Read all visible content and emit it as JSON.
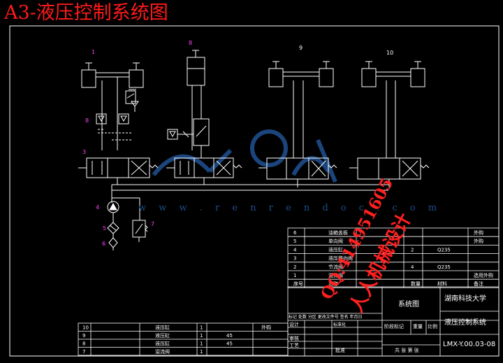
{
  "title": "A3-液压控制系统图",
  "watermark": {
    "url": "w w w . r e n r e n d o c . c o m",
    "logo": "人人文库"
  },
  "contact": {
    "qq": "QQ:414951605",
    "shop": "人人机械设计"
  },
  "labels": {
    "n1": "1",
    "n2": "2",
    "n3": "3",
    "n4": "4",
    "n5": "5",
    "n6": "6",
    "n7": "7",
    "n8": "8",
    "n9": "9",
    "n10": "10"
  },
  "parts_top": [
    {
      "no": "6",
      "name": "油箱盖板",
      "qty": "",
      "mat": "",
      "note": "外购"
    },
    {
      "no": "5",
      "name": "单向阀",
      "qty": "",
      "mat": "",
      "note": "外购"
    },
    {
      "no": "4",
      "name": "液压缸",
      "qty": "2",
      "mat": "Q235",
      "note": ""
    },
    {
      "no": "3",
      "name": "液压换向阀",
      "qty": "",
      "mat": "",
      "note": ""
    },
    {
      "no": "2",
      "name": "节流阀",
      "qty": "4",
      "mat": "Q235",
      "note": ""
    },
    {
      "no": "1",
      "name": "溢流阀",
      "qty": "",
      "mat": "",
      "note": "选用外购"
    }
  ],
  "parts_header": {
    "no": "序号",
    "name": "名称",
    "qty": "数量",
    "mat": "材料",
    "note": "备注"
  },
  "parts_bottom": [
    {
      "no": "10",
      "name": "液压缸",
      "qty": "1",
      "mat": "",
      "note": "外购"
    },
    {
      "no": "9",
      "name": "液压缸",
      "qty": "1",
      "mat": "45",
      "note": ""
    },
    {
      "no": "8",
      "name": "液压缸",
      "qty": "1",
      "mat": "45",
      "note": ""
    },
    {
      "no": "7",
      "name": "溢流阀",
      "qty": "1",
      "mat": "",
      "note": ""
    }
  ],
  "title_block": {
    "drawing_name": "系统图",
    "university": "湖南科技大学",
    "system_name": "液压控制系统",
    "drawing_no": "LMX-Y.00.03-08",
    "stage_mark": "阶段标记",
    "weight": "重量",
    "scale": "比例",
    "sheets": "共 张 第 张",
    "rev_header": "标记 处数 分区 更改文件号 签名 年月日",
    "design": "设计",
    "standard": "标准化",
    "review": "审核",
    "process": "工艺",
    "approve": "批准"
  },
  "colors": {
    "line": "#ffffff",
    "accent": "#ff2a2a",
    "pink": "#ff40ff",
    "green": "#40ff40",
    "watermark": "#1f4d8a"
  }
}
